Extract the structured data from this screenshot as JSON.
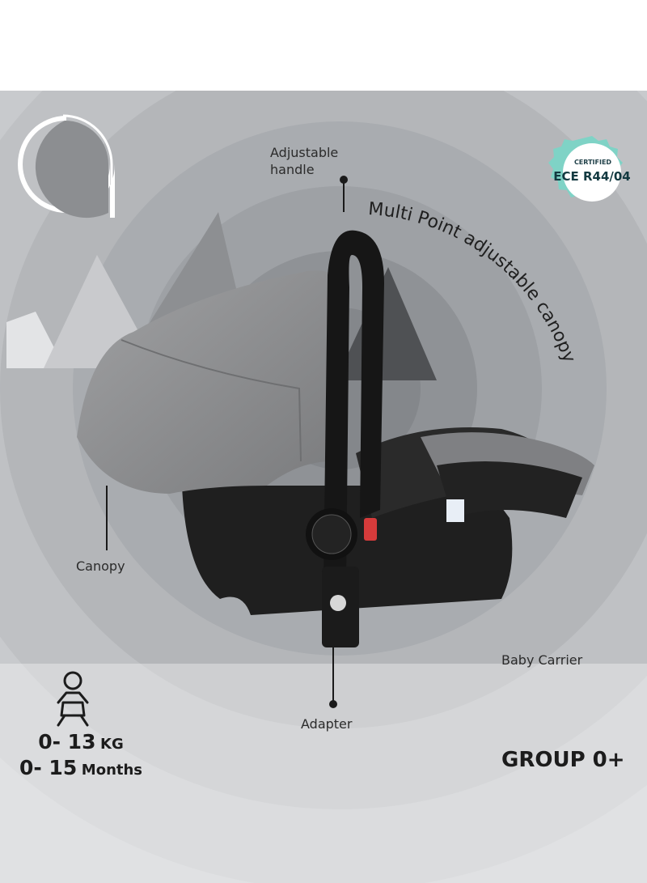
{
  "badge": {
    "certified": "CERTIFIED",
    "standard": "ECE R44/04"
  },
  "callouts": {
    "handle_line1": "Adjustable",
    "handle_line2": "handle",
    "canopy_feature": "Multi Point adjustable canopy",
    "canopy": "Canopy",
    "adapter": "Adapter"
  },
  "product": {
    "name": "Baby Carrier",
    "group": "GROUP 0+"
  },
  "specs": {
    "weight_value": "0- 13",
    "weight_unit": "KG",
    "age_value": "0- 15",
    "age_unit": "Months"
  },
  "icons": [
    "droplet-icon",
    "baby-icon",
    "certified-seal-icon"
  ],
  "colors": {
    "background_gray": "#a9acb0",
    "seal_green": "#7fd3c6",
    "fabric_gray": "#8d8e90",
    "shell_black": "#1f1f1f"
  }
}
